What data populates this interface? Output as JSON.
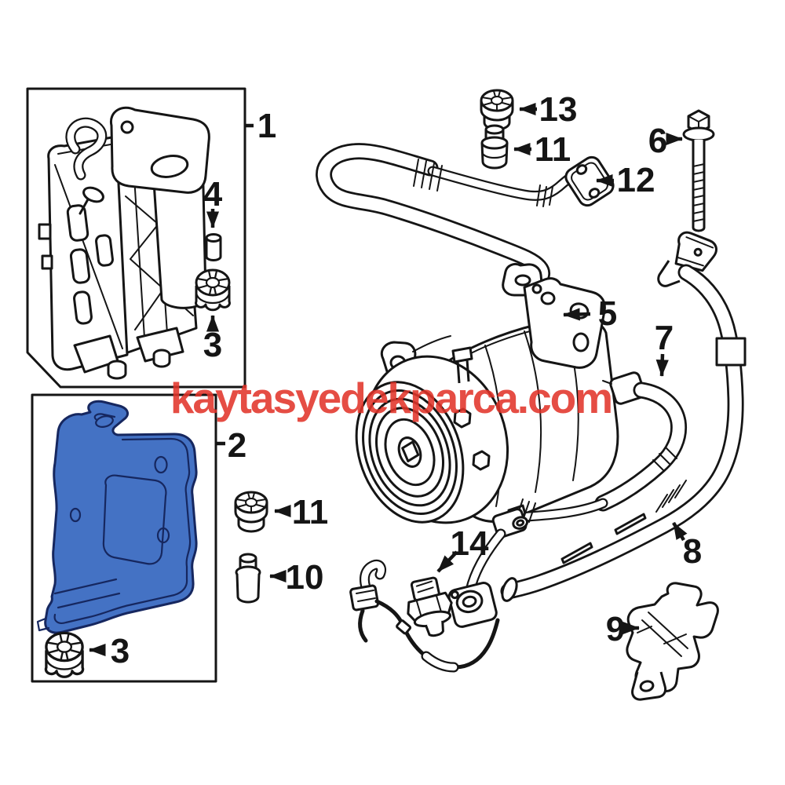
{
  "watermark": {
    "text": "kaytasyedekparca.com",
    "color": "#e23329"
  },
  "diagram": {
    "background": "#ffffff",
    "line_color": "#151515",
    "highlight_part_color": "#4472c4"
  },
  "callouts": {
    "c1": {
      "label": "1"
    },
    "c2": {
      "label": "2"
    },
    "c3a": {
      "label": "3"
    },
    "c3b": {
      "label": "3"
    },
    "c4": {
      "label": "4"
    },
    "c5": {
      "label": "5"
    },
    "c6": {
      "label": "6"
    },
    "c7": {
      "label": "7"
    },
    "c8": {
      "label": "8"
    },
    "c9": {
      "label": "9"
    },
    "c10": {
      "label": "10"
    },
    "c11a": {
      "label": "11"
    },
    "c11b": {
      "label": "11"
    },
    "c12": {
      "label": "12"
    },
    "c13": {
      "label": "13"
    },
    "c14": {
      "label": "14"
    }
  }
}
